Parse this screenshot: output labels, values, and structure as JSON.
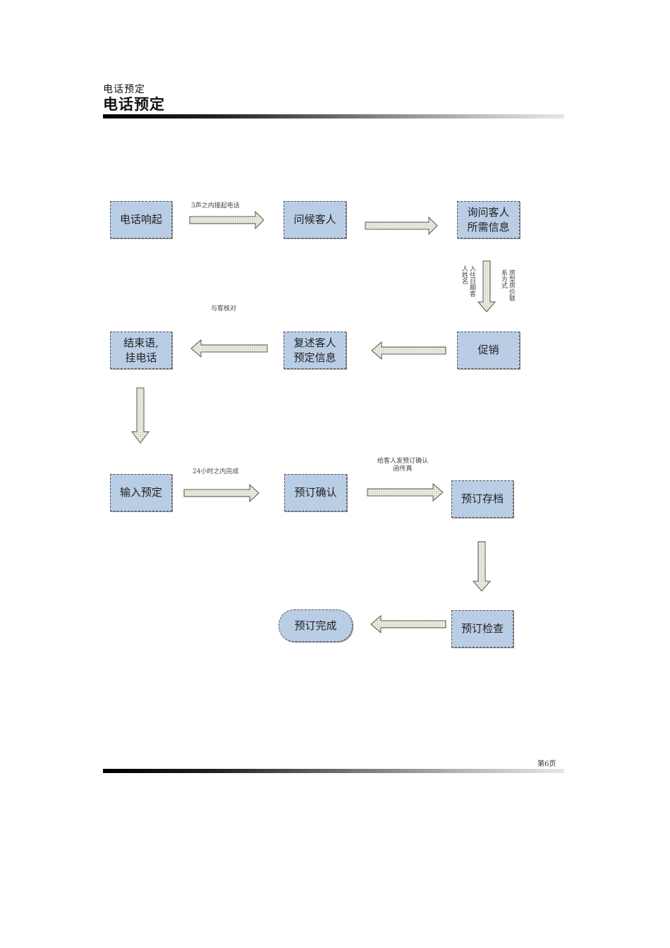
{
  "header": {
    "small_title": "电话预定",
    "big_title": "电话预定"
  },
  "nodes": {
    "ring": "电话响起",
    "greet": "问候客人",
    "ask": "询问客人\n所需信息",
    "promo": "促销",
    "repeat": "复述客人\n预定信息",
    "close": "结束语,\n挂电话",
    "input": "输入预定",
    "confirm": "预订确认",
    "archive": "预订存档",
    "check": "预订检查",
    "done": "预订完成"
  },
  "labels": {
    "ring_greet": "3声之内接起电话",
    "repeat_close": "与客核对",
    "ask_promo_left": "入住日期客人姓名",
    "ask_promo_right": "房型房价联系方式",
    "input_confirm": "24小时之内完成",
    "confirm_archive": "给客人发预订确认函传真"
  },
  "footer": {
    "page_no": "第6页"
  },
  "colors": {
    "box_fill": "#b9cde5",
    "arrow_fill": "#eef0e2",
    "arrow_stroke": "#555555"
  }
}
